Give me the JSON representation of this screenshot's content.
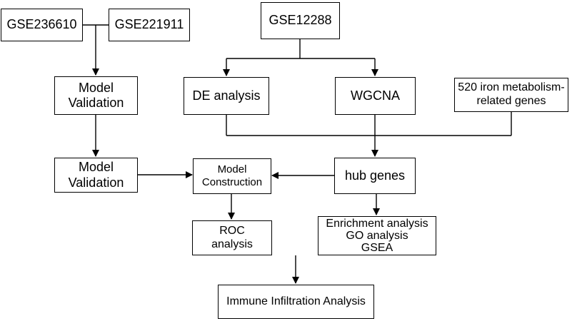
{
  "nodes": {
    "gse236610": {
      "lines": [
        "GSE236610"
      ]
    },
    "gse221911": {
      "lines": [
        "GSE221911"
      ]
    },
    "gse12288": {
      "lines": [
        "GSE12288"
      ]
    },
    "validation_top": {
      "lines": [
        "Model",
        "Validation"
      ]
    },
    "de_analysis": {
      "lines": [
        "DE analysis"
      ]
    },
    "wgcna": {
      "lines": [
        "WGCNA"
      ]
    },
    "iron_genes": {
      "lines": [
        "520 iron metabolism-",
        "related genes"
      ]
    },
    "validation_bottom": {
      "lines": [
        "Model",
        "Validation"
      ]
    },
    "model_construction": {
      "lines": [
        "Model",
        "Construction"
      ]
    },
    "hub_genes": {
      "lines": [
        "hub genes"
      ]
    },
    "roc": {
      "lines": [
        "ROC",
        "analysis"
      ]
    },
    "enrichment": {
      "lines": [
        "Enrichment analysis",
        "GO analysis",
        "GSEA"
      ]
    },
    "immune": {
      "lines": [
        "Immune Infiltration Analysis"
      ]
    }
  }
}
